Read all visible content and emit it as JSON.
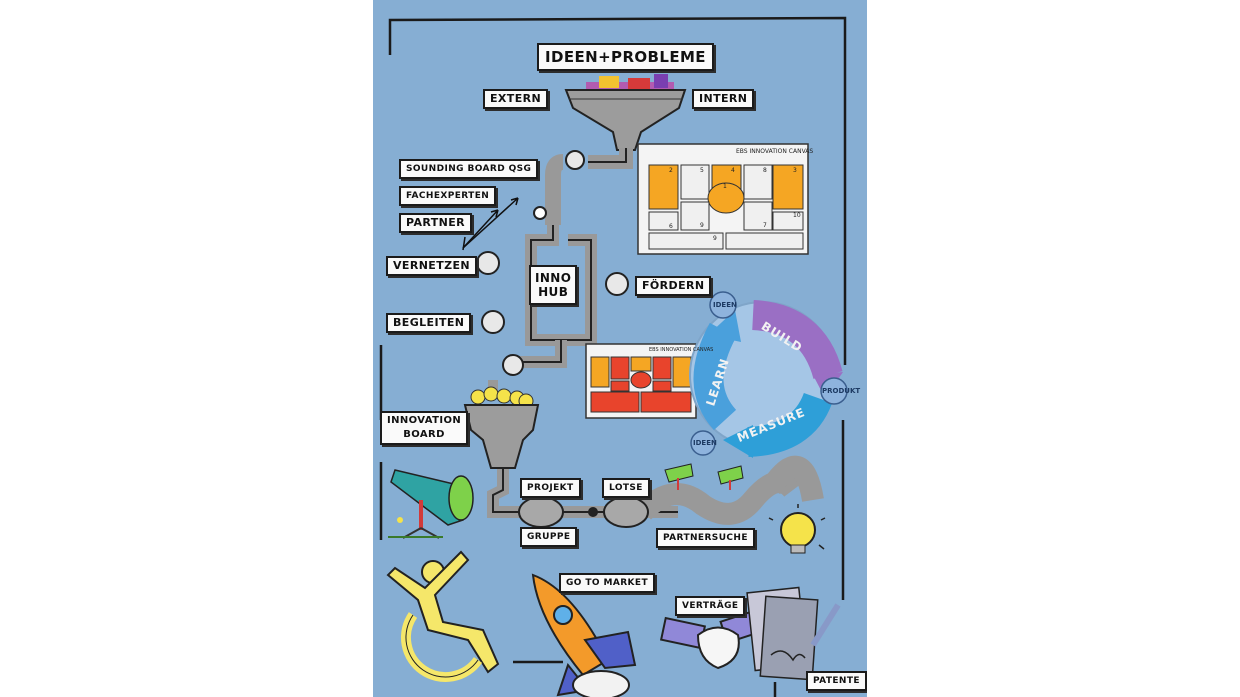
{
  "labels": {
    "ideas": "IDEEN+PROBLEME",
    "extern": "EXTERN",
    "intern": "INTERN",
    "sounding": "SOUNDING BOARD QSG",
    "experts": "FACHEXPERTEN",
    "partner": "PARTNER",
    "network": "VERNETZEN",
    "support": "FÖRDERN",
    "accompany": "BEGLEITEN",
    "hub_line1": "INNO",
    "hub_line2": "HUB",
    "board_line1": "INNOVATION",
    "board_line2": "BOARD",
    "project": "PROJEKT",
    "group": "GRUPPE",
    "pilot": "LOTSE",
    "partner_search": "PARTNERSUCHE",
    "go_to_market": "GO TO MARKET",
    "contracts": "VERTRÄGE",
    "patents": "PATENTE"
  },
  "cycle": {
    "build": "BUILD",
    "measure": "MEASURE",
    "learn": "LEARN",
    "idea_top": "IDEEN",
    "idea_bottom": "IDEEN",
    "product": "PRODUKT"
  },
  "canvas": {
    "title_top": "EBS INNOVATION CANVAS",
    "title_small": "EBS INNOVATION CANVAS",
    "numbers": [
      "2",
      "5",
      "4",
      "8",
      "3",
      "1",
      "9",
      "10",
      "6",
      "9",
      "7"
    ]
  },
  "colors": {
    "background": "#86aed3",
    "pipe": "#9a9a9a",
    "orange": "#f5a623",
    "red": "#e8442c",
    "build": "#9a6fc4",
    "measure": "#2e9fd8",
    "learn": "#4aa0dc",
    "bulb": "#f5e34a",
    "rocket": "#f39a2a",
    "chair": "#f5e76a"
  }
}
